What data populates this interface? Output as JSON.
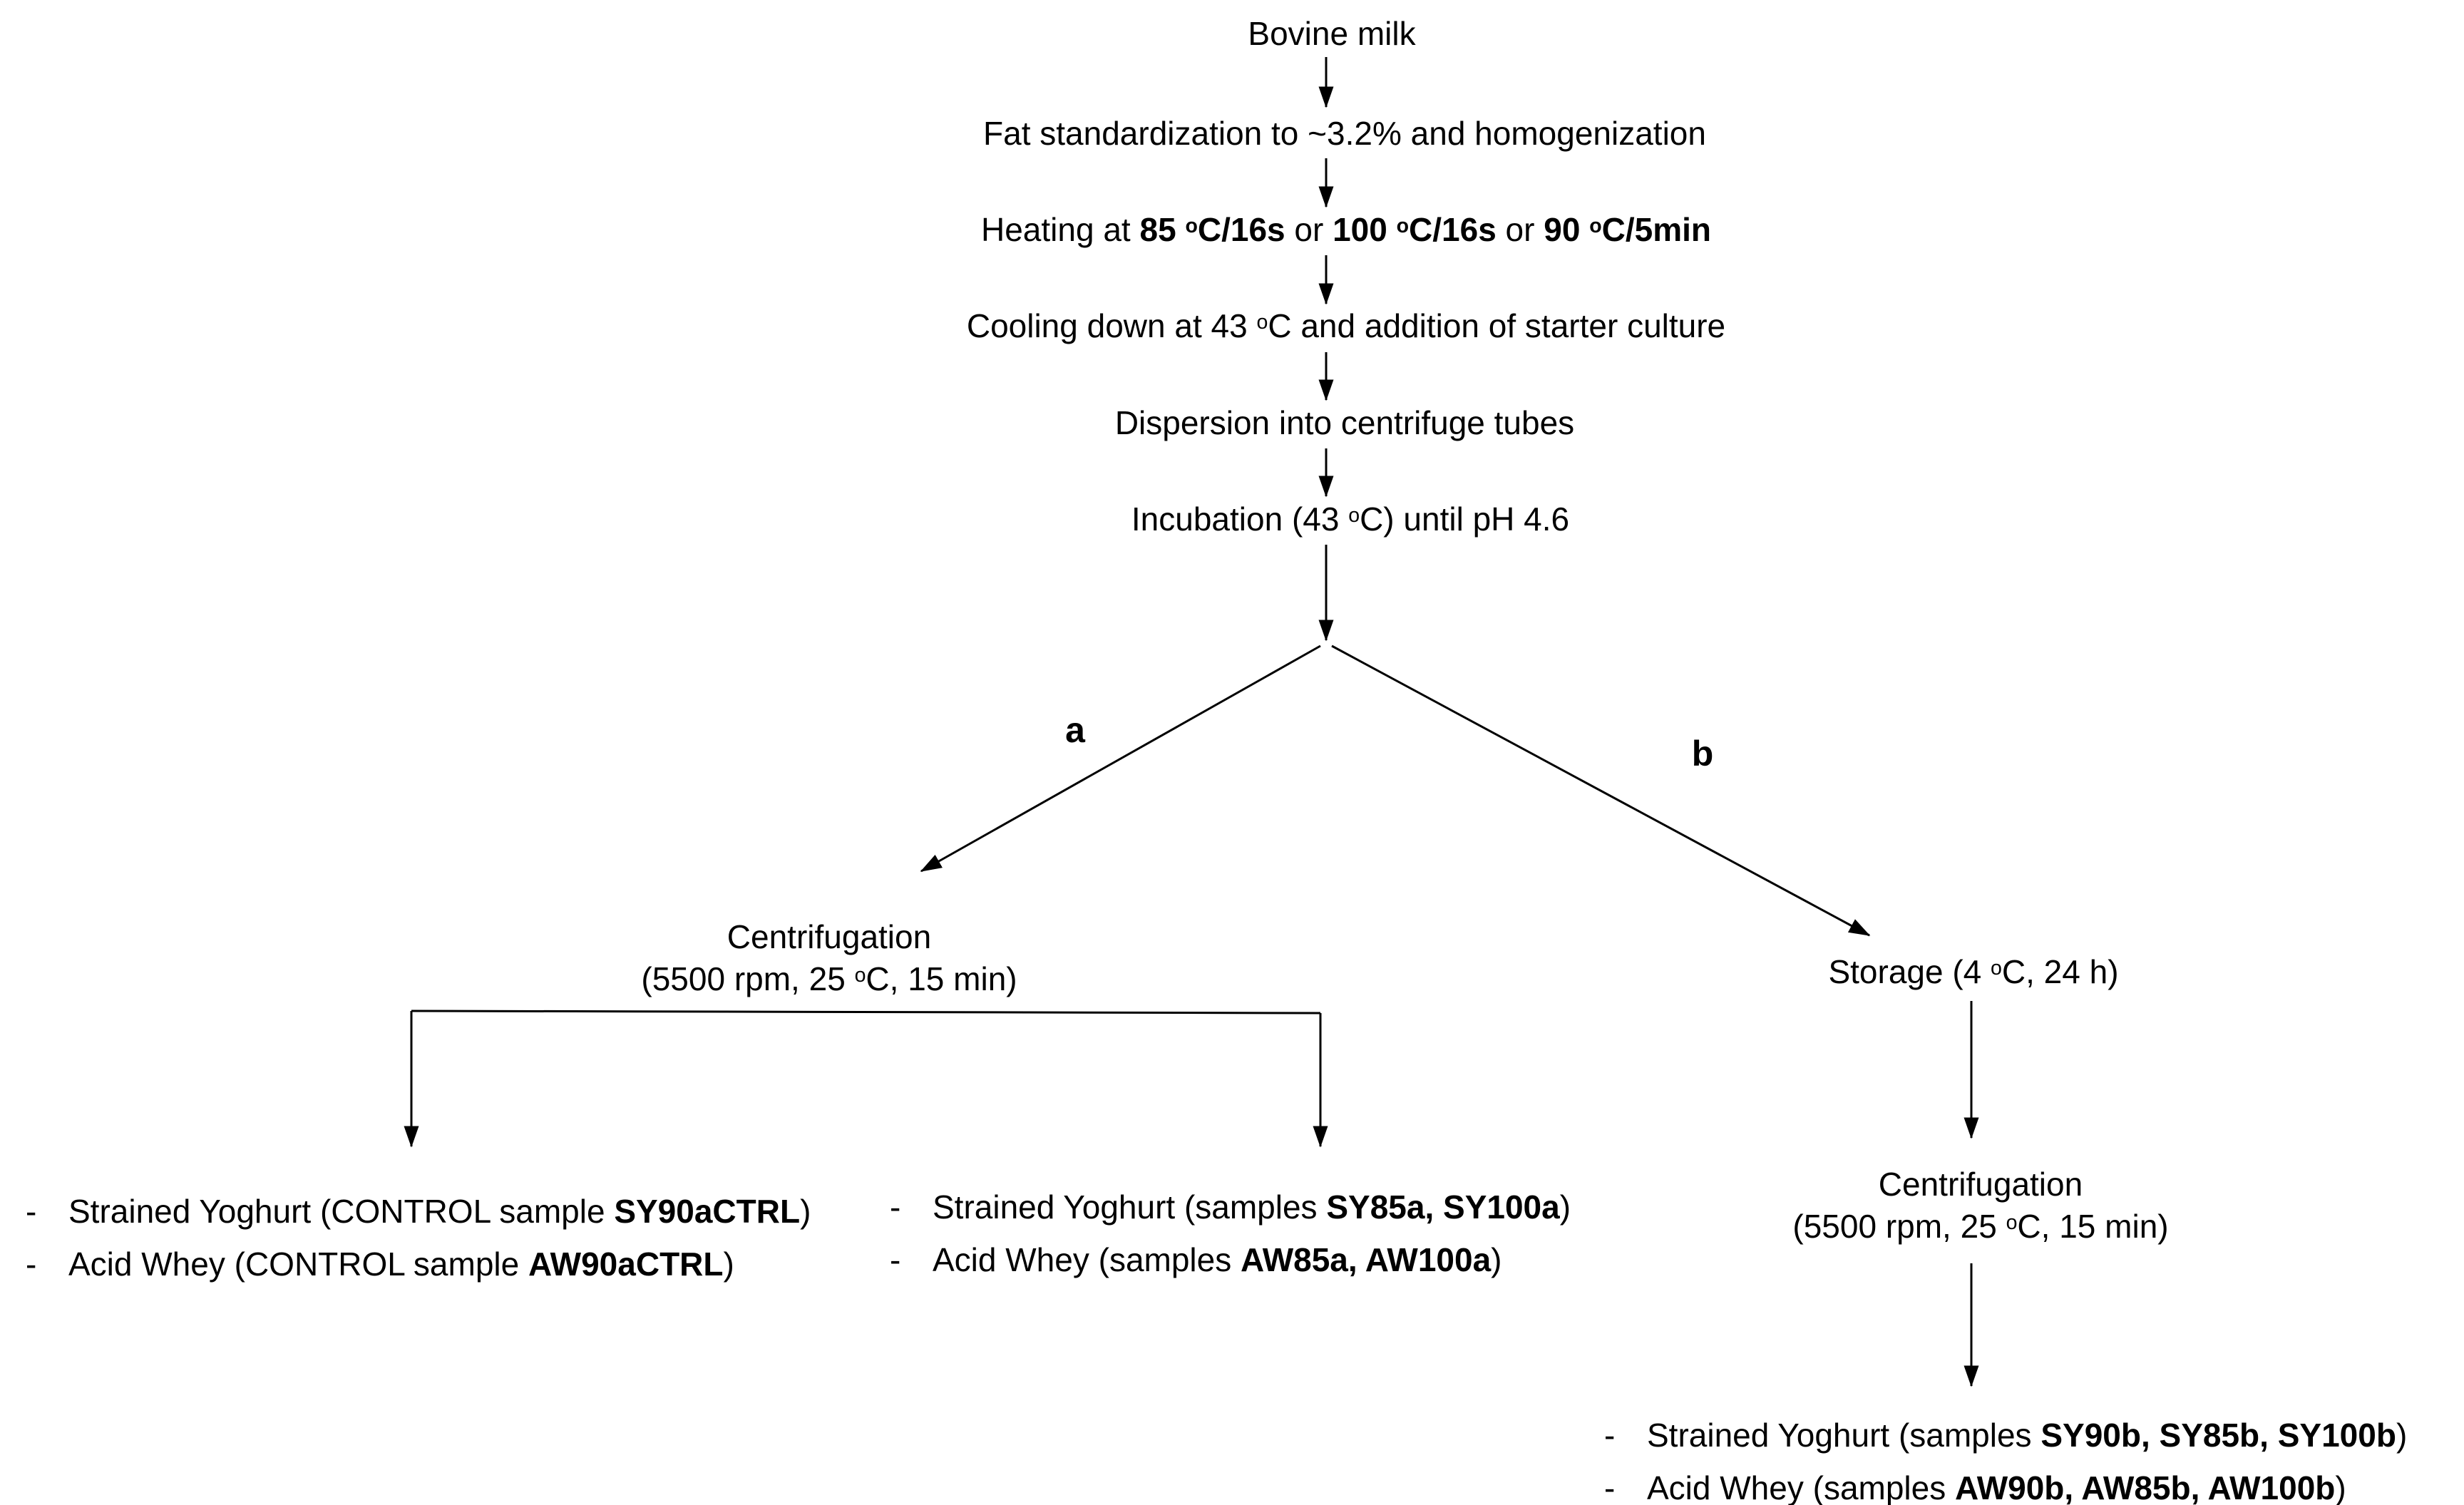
{
  "colors": {
    "text": "#000000",
    "background": "#ffffff",
    "line": "#000000"
  },
  "flow": {
    "nodes": {
      "bovine_milk": {
        "segments": [
          {
            "t": "Bovine milk"
          }
        ]
      },
      "fat_standardization": {
        "segments": [
          {
            "t": "Fat standardization to ~3.2% and homogenization"
          }
        ]
      },
      "heating": {
        "segments": [
          {
            "t": "Heating at "
          },
          {
            "t": "85 ",
            "b": true
          },
          {
            "t": "o",
            "b": true,
            "sup": true
          },
          {
            "t": "C/16s",
            "b": true
          },
          {
            "t": " or "
          },
          {
            "t": "100 ",
            "b": true
          },
          {
            "t": "o",
            "b": true,
            "sup": true
          },
          {
            "t": "C/16s",
            "b": true
          },
          {
            "t": " or "
          },
          {
            "t": "90 ",
            "b": true
          },
          {
            "t": "o",
            "b": true,
            "sup": true
          },
          {
            "t": "C/5min",
            "b": true
          }
        ]
      },
      "cooling": {
        "segments": [
          {
            "t": "Cooling down at 43 "
          },
          {
            "t": "o",
            "sup": true
          },
          {
            "t": "C and addition of starter culture"
          }
        ]
      },
      "dispersion": {
        "segments": [
          {
            "t": "Dispersion into centrifuge tubes"
          }
        ]
      },
      "incubation": {
        "segments": [
          {
            "t": "Incubation (43 "
          },
          {
            "t": "o",
            "sup": true
          },
          {
            "t": "C) until pH 4.6"
          }
        ]
      },
      "centrifugation_a": {
        "line1": [
          {
            "t": "Centrifugation"
          }
        ],
        "line2": [
          {
            "t": "(5500 rpm, 25 "
          },
          {
            "t": "o",
            "sup": true
          },
          {
            "t": "C, 15 min)"
          }
        ]
      },
      "storage_b": {
        "segments": [
          {
            "t": "Storage (4 "
          },
          {
            "t": "o",
            "sup": true
          },
          {
            "t": "C, 24 h)"
          }
        ]
      },
      "centrifugation_b": {
        "line1": [
          {
            "t": "Centrifugation"
          }
        ],
        "line2": [
          {
            "t": "(5500 rpm, 25 "
          },
          {
            "t": "o",
            "sup": true
          },
          {
            "t": "C, 15 min)"
          }
        ]
      }
    },
    "branch_labels": {
      "a": "a",
      "b": "b"
    },
    "outputs": {
      "control": {
        "bullet": "-",
        "items": [
          [
            {
              "t": "Strained Yoghurt (CONTROL sample "
            },
            {
              "t": "SY90aCTRL",
              "b": true
            },
            {
              "t": ")"
            }
          ],
          [
            {
              "t": "Acid Whey (CONTROL sample "
            },
            {
              "t": "AW90aCTRL",
              "b": true
            },
            {
              "t": ")"
            }
          ]
        ]
      },
      "samples_a": {
        "bullet": "-",
        "items": [
          [
            {
              "t": "Strained Yoghurt (samples "
            },
            {
              "t": "SY85a, SY100a",
              "b": true
            },
            {
              "t": ")"
            }
          ],
          [
            {
              "t": "Acid Whey (samples "
            },
            {
              "t": "AW85a, AW100a",
              "b": true
            },
            {
              "t": ")"
            }
          ]
        ]
      },
      "samples_b": {
        "bullet": "-",
        "items": [
          [
            {
              "t": "Strained Yoghurt (samples "
            },
            {
              "t": "SY90b, SY85b, SY100b",
              "b": true
            },
            {
              "t": ")"
            }
          ],
          [
            {
              "t": "Acid Whey (samples "
            },
            {
              "t": "AW90b, AW85b, AW100b",
              "b": true
            },
            {
              "t": ")"
            }
          ]
        ]
      }
    }
  }
}
